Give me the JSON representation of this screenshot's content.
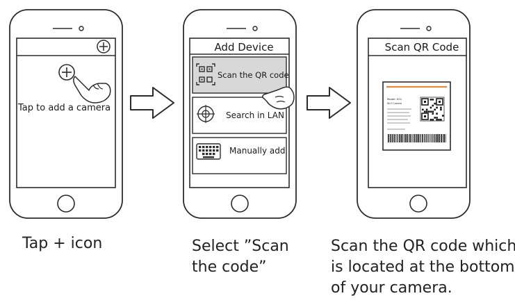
{
  "phones": [
    {
      "screen_text": "Tap  to add a camera",
      "caption": [
        "Tap + icon"
      ]
    },
    {
      "title": "Add Device",
      "options": [
        {
          "label": "Scan the QR code",
          "icon": "qr-scan-icon"
        },
        {
          "label": "Search in LAN",
          "icon": "crosshair-icon"
        },
        {
          "label": "Manually add",
          "icon": "keyboard-icon"
        }
      ],
      "caption": [
        "Select ”Scan",
        "the code”"
      ]
    },
    {
      "title": "Scan QR Code",
      "label_card": {
        "model_line": "Model: E01",
        "sub_line": "Wi-Fi Camera"
      },
      "caption": [
        "Scan the QR code which",
        "is located at the bottom",
        "of your camera."
      ]
    }
  ],
  "icons": [
    "add-icon",
    "pointing-hand-icon",
    "right-arrow-icon",
    "qr-scan-icon",
    "crosshair-icon",
    "keyboard-icon",
    "qr-code-icon",
    "barcode-icon"
  ],
  "colors": {
    "line": "#2b2b2b",
    "selected_option": "#d8d8d8",
    "label_accent": "#e58a3c"
  }
}
